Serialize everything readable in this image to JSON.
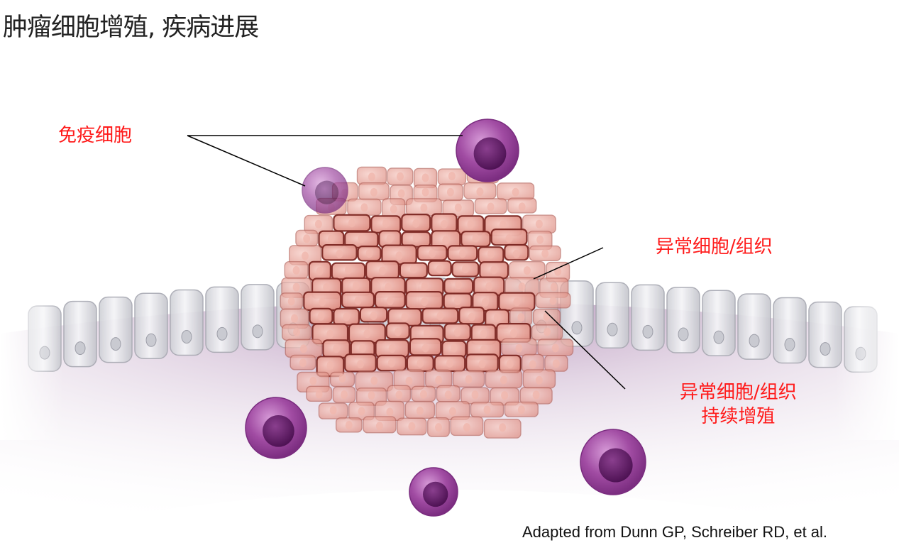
{
  "title": "肿瘤细胞增殖, 疾病进展",
  "labels": {
    "immune_cells": "免疫细胞",
    "abnormal_tissue": "异常细胞/组织",
    "proliferation_line1": "异常细胞/组织",
    "proliferation_line2": "持续增殖"
  },
  "source_note": "Adapted from Dunn GP, Schreiber RD, et al.",
  "colors": {
    "label_red": "#ff1a1a",
    "title_gray": "#222222",
    "immune_purple": "#9b3f9e",
    "immune_nucleus": "#5c1a63",
    "tumor_fill": "#e9a49a",
    "tumor_outline": "#9c3b34",
    "epithelium": "#e2e3e8",
    "membrane_purple": "#7a3a7f"
  }
}
